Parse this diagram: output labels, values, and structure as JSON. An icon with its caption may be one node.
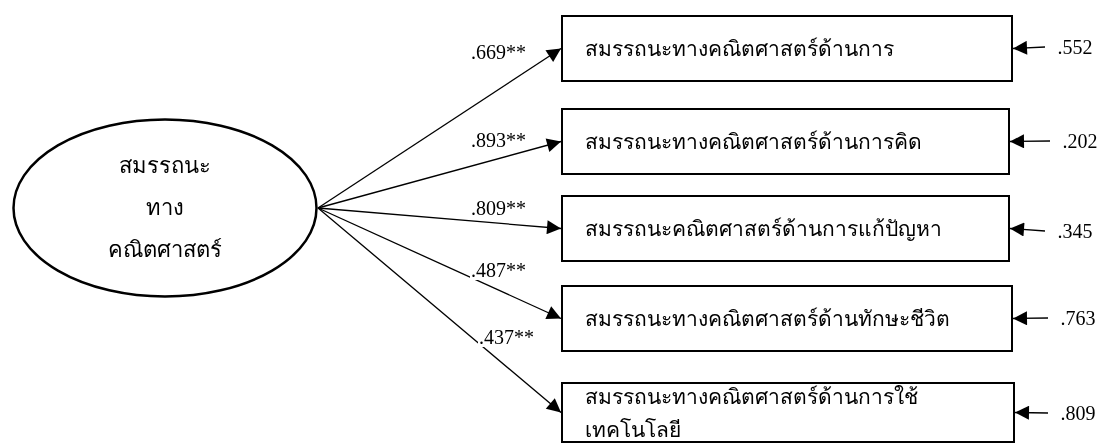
{
  "diagram": {
    "nodes": [
      {
        "text": [
          "สมรรถนะทางคณิตศาสตร์"
        ]
      },
      {
        "text": [
          "สมรรถนะทางคณิตศาสตร์ด้านการ"
        ]
      },
      {
        "text": [
          "สมรรถนะทางคณิตศาสตร์ด้านการคิด"
        ]
      },
      {
        "text": [
          "สมรรถนะคณิตศาสตร์ด้านการแก้ปัญหา"
        ]
      },
      {
        "text": [
          "สมรรถนะทางคณิตศาสตร์ด้านทักษะชีวิต"
        ]
      },
      {
        "text": [
          "สมรรถนะทางคณิตศาสตร์ด้านการใช้เทคโนโลยี"
        ]
      },
      {
        "text": [
          ".552"
        ]
      },
      {
        "text": [
          ".202"
        ]
      },
      {
        "text": [
          ".345"
        ]
      },
      {
        "text": [
          ".763"
        ]
      },
      {
        "text": [
          ".809"
        ]
      }
    ],
    "edges": [
      {
        "from": 0,
        "to": 1,
        "arrow": "to",
        "label": ".669**"
      },
      {
        "from": 0,
        "to": 2,
        "arrow": "to",
        "label": ".893**"
      },
      {
        "from": 0,
        "to": 3,
        "arrow": "to",
        "label": ".809**"
      },
      {
        "from": 0,
        "to": 4,
        "arrow": "to",
        "label": ".487**"
      },
      {
        "from": 0,
        "to": 5,
        "arrow": "to",
        "label": ".437**"
      },
      {
        "from": 6,
        "to": 1,
        "arrow": "to"
      },
      {
        "from": 7,
        "to": 2,
        "arrow": "to"
      },
      {
        "from": 8,
        "to": 3,
        "arrow": "to"
      },
      {
        "from": 9,
        "to": 4,
        "arrow": "to"
      },
      {
        "from": 10,
        "to": 5,
        "arrow": "to"
      }
    ]
  }
}
